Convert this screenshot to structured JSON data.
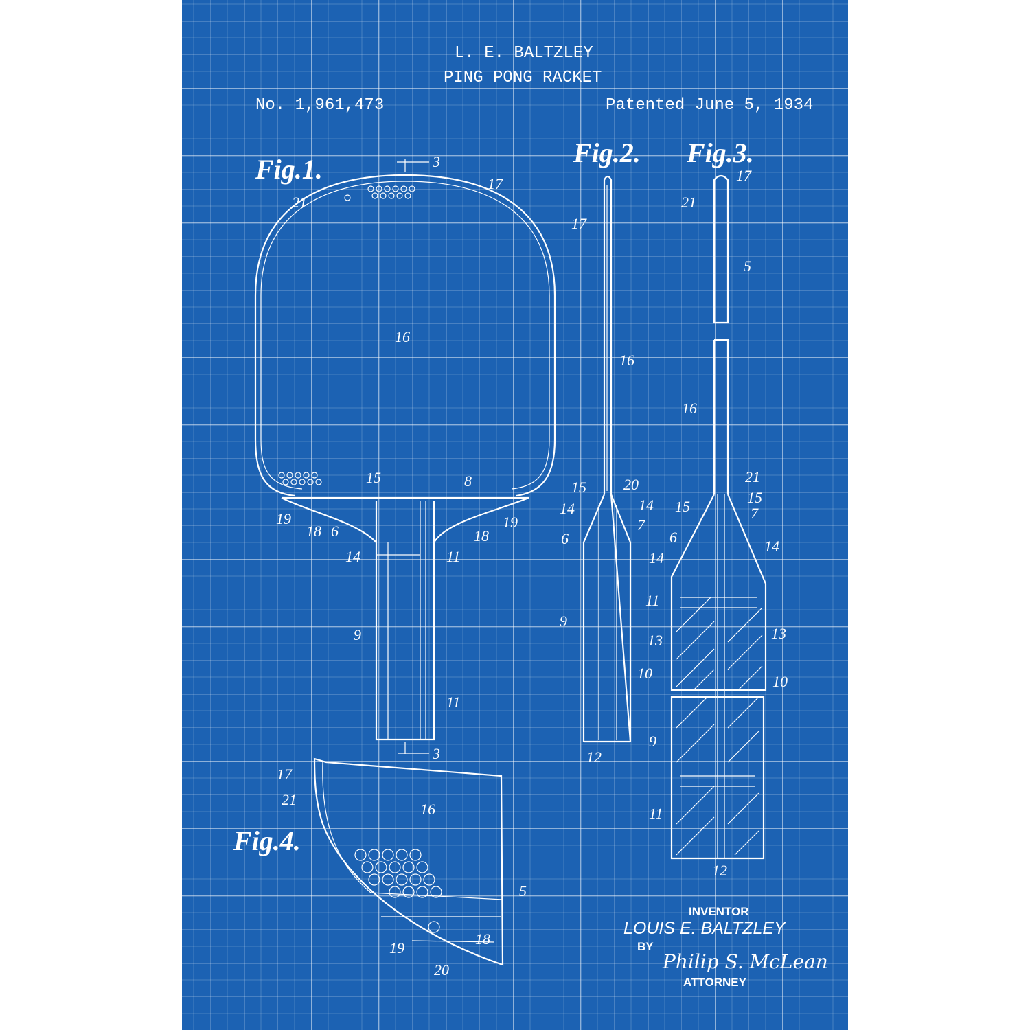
{
  "header": {
    "inventor": "L. E. BALTZLEY",
    "title": "PING PONG RACKET",
    "patent_no": "No. 1,961,473",
    "patent_date": "Patented June 5, 1934"
  },
  "figures": {
    "fig1": "Fig.1.",
    "fig2": "Fig.2.",
    "fig3": "Fig.3.",
    "fig4": "Fig.4."
  },
  "fig1_labels": [
    "3",
    "17",
    "21",
    "16",
    "15",
    "8",
    "19",
    "18",
    "6",
    "19",
    "18",
    "14",
    "11",
    "9",
    "11",
    "3"
  ],
  "fig2_labels": [
    "17",
    "16",
    "15",
    "20",
    "14",
    "14",
    "7",
    "6",
    "9",
    "10",
    "12"
  ],
  "fig3_labels": [
    "17",
    "21",
    "5",
    "16",
    "21",
    "15",
    "15",
    "7",
    "6",
    "14",
    "14",
    "11",
    "13",
    "13",
    "10",
    "9",
    "11",
    "12"
  ],
  "fig4_labels": [
    "17",
    "21",
    "16",
    "5",
    "18",
    "19",
    "20"
  ],
  "signature": {
    "inventor_label": "INVENTOR",
    "inventor_name": "LOUIS E. BALTZLEY",
    "by": "BY",
    "attorney_signature": "Philip S. McLean",
    "attorney_label": "ATTORNEY"
  },
  "colors": {
    "background": "#1c62b3",
    "lines": "#ffffff"
  }
}
